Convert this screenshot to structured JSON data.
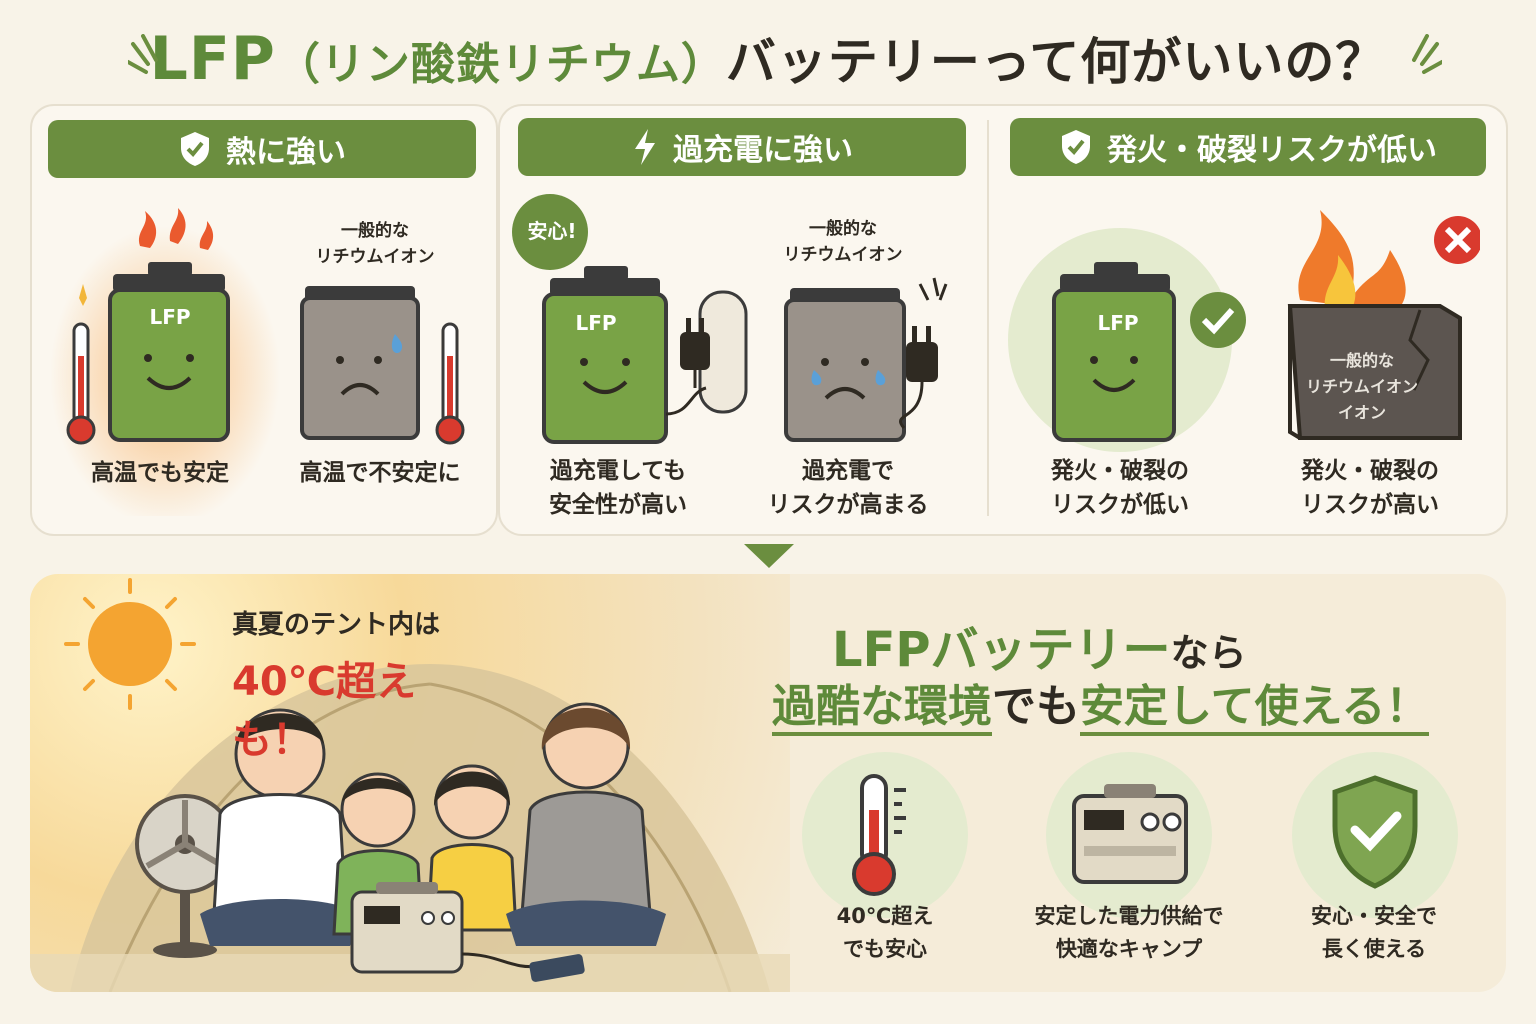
{
  "title": {
    "lfp": "LFP",
    "paren": "（リン酸鉄リチウム）",
    "rest": "バッテリーって何がいいの？"
  },
  "panels": [
    {
      "header": "熱に強い",
      "icon": "shield-check-icon",
      "left_caption": "高温でも安定",
      "right_label": "一般的な\nリチウムイオン",
      "right_caption": "高温で不安定に"
    },
    {
      "header": "過充電に強い",
      "icon": "lightning-icon",
      "badge": "安心!",
      "left_caption": "過充電しても\n安全性が高い",
      "right_label": "一般的な\nリチウムイオン",
      "right_caption": "過充電で\nリスクが高まる"
    },
    {
      "header": "発火・破裂リスクが低い",
      "icon": "shield-check-icon",
      "left_caption": "発火・破裂の\nリスクが低い",
      "right_caption": "発火・破裂の\nリスクが高い",
      "burnt_label": "一般的な\nリチウムイオン\nイオン"
    }
  ],
  "battery_label": "LFP",
  "bottom": {
    "tent_text_1": "真夏のテント内は",
    "tent_text_2": "40℃超えも！",
    "headline_1_lfp": "LFPバッテリー",
    "headline_1_rest": "なら",
    "headline_2_a": "過酷な環境",
    "headline_2_b": "でも",
    "headline_2_c": "安定",
    "headline_2_d": "して使える！",
    "features": [
      {
        "icon": "thermometer-icon",
        "caption": "40℃超え\nでも安心"
      },
      {
        "icon": "power-station-icon",
        "caption": "安定した電力供給で\n快適なキャンプ"
      },
      {
        "icon": "shield-check-icon",
        "caption": "安心・安全で\n長く使える"
      }
    ]
  },
  "colors": {
    "accent_green": "#6b8e3f",
    "warning_red": "#d93a2e",
    "background": "#f8f3e8"
  }
}
